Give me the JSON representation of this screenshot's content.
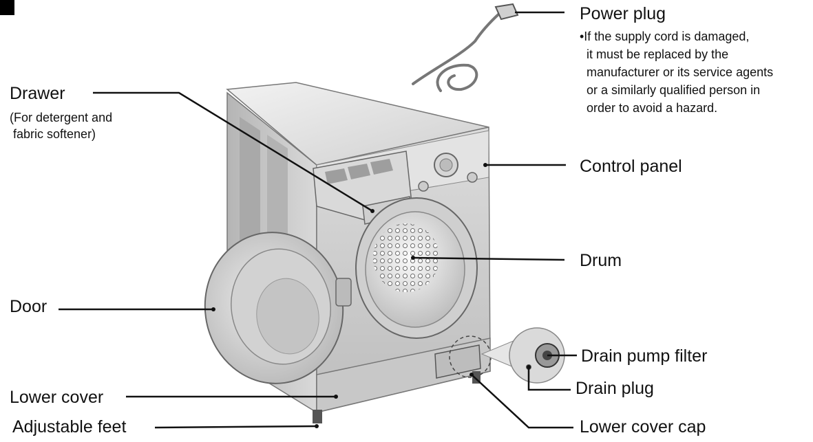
{
  "labels": {
    "power_plug": "Power plug",
    "power_plug_note": [
      "•If the supply cord is damaged,",
      "it must be replaced by the",
      "manufacturer or its service agents",
      "or a similarly qualified person in",
      "order to avoid a hazard."
    ],
    "drawer": "Drawer",
    "drawer_sub": [
      "(For detergent and",
      " fabric softener)"
    ],
    "control_panel": "Control panel",
    "drum": "Drum",
    "door": "Door",
    "drain_pump_filter": "Drain pump filter",
    "drain_plug": "Drain plug",
    "lower_cover": "Lower cover",
    "adjustable_feet": "Adjustable feet",
    "lower_cover_cap": "Lower cover cap"
  },
  "colors": {
    "text": "#111111",
    "leader": "#111111",
    "machine_light": "#e6e6e6",
    "machine_mid": "#c4c4c4",
    "machine_dark": "#8c8c8c",
    "outline": "#6f6f6f"
  }
}
